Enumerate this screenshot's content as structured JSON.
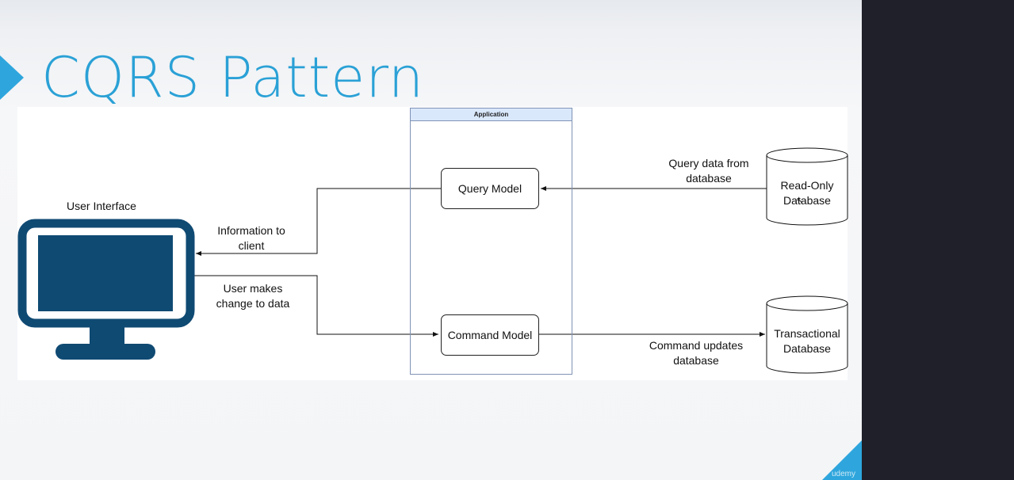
{
  "title": "CQRS Pattern",
  "diagram": {
    "app_container_label": "Application",
    "query_model": "Query Model",
    "command_model": "Command Model",
    "user_interface": "User Interface",
    "info_to_client": [
      "Information to",
      "client"
    ],
    "user_makes_change": [
      "User makes",
      "change to data"
    ],
    "query_data": [
      "Query data from",
      "database"
    ],
    "command_updates": [
      "Command updates",
      "database"
    ],
    "read_db": [
      "Read-Only",
      "Database"
    ],
    "trans_db": [
      "Transactional",
      "Database"
    ]
  },
  "colors": {
    "accent": "#2ea6dd",
    "monitor": "#0f4a73",
    "app_header": "#dae8fc"
  },
  "branding": "udemy"
}
